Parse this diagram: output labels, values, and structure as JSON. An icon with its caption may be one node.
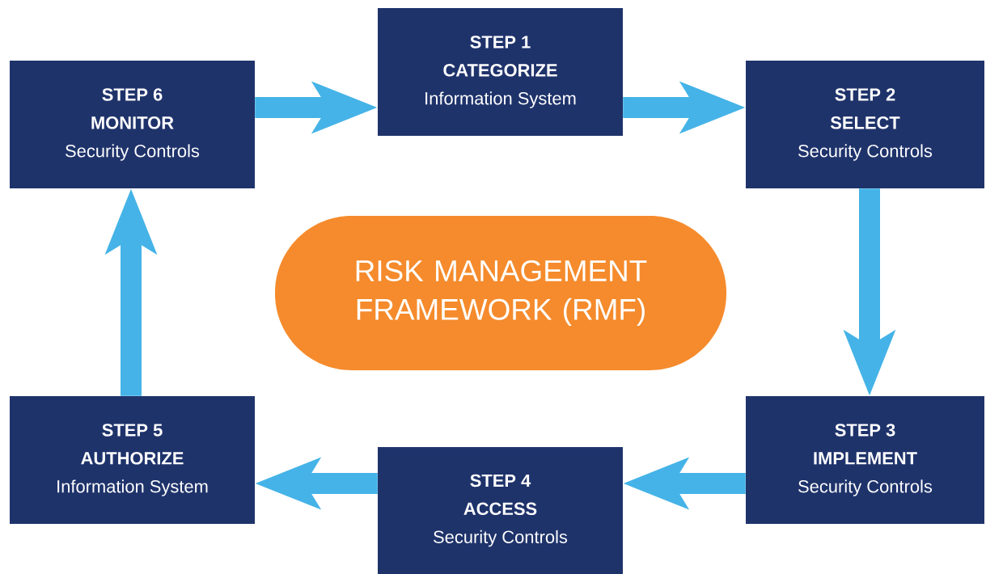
{
  "diagram": {
    "nodes": [
      {
        "text": [
          "STEP 1",
          "CATEGORIZE",
          "Information System"
        ]
      },
      {
        "text": [
          "STEP 2",
          "SELECT",
          "Security Controls"
        ]
      },
      {
        "text": [
          "STEP 3",
          "IMPLEMENT",
          "Security Controls"
        ]
      },
      {
        "text": [
          "STEP 4",
          "ACCESS",
          "Security Controls"
        ]
      },
      {
        "text": [
          "STEP 5",
          "AUTHORIZE",
          "Information System"
        ]
      },
      {
        "text": [
          "STEP 6",
          "MONITOR",
          "Security Controls"
        ]
      },
      {
        "text": [
          "RISK MANAGEMENT FRAMEWORK (RMF)"
        ]
      }
    ],
    "edges": [
      {
        "from": 5,
        "to": 0,
        "arrow": "to"
      },
      {
        "from": 0,
        "to": 1,
        "arrow": "to"
      },
      {
        "from": 1,
        "to": 2,
        "arrow": "to"
      },
      {
        "from": 2,
        "to": 3,
        "arrow": "to"
      },
      {
        "from": 3,
        "to": 4,
        "arrow": "to"
      },
      {
        "from": 4,
        "to": 5,
        "arrow": "to"
      }
    ]
  }
}
